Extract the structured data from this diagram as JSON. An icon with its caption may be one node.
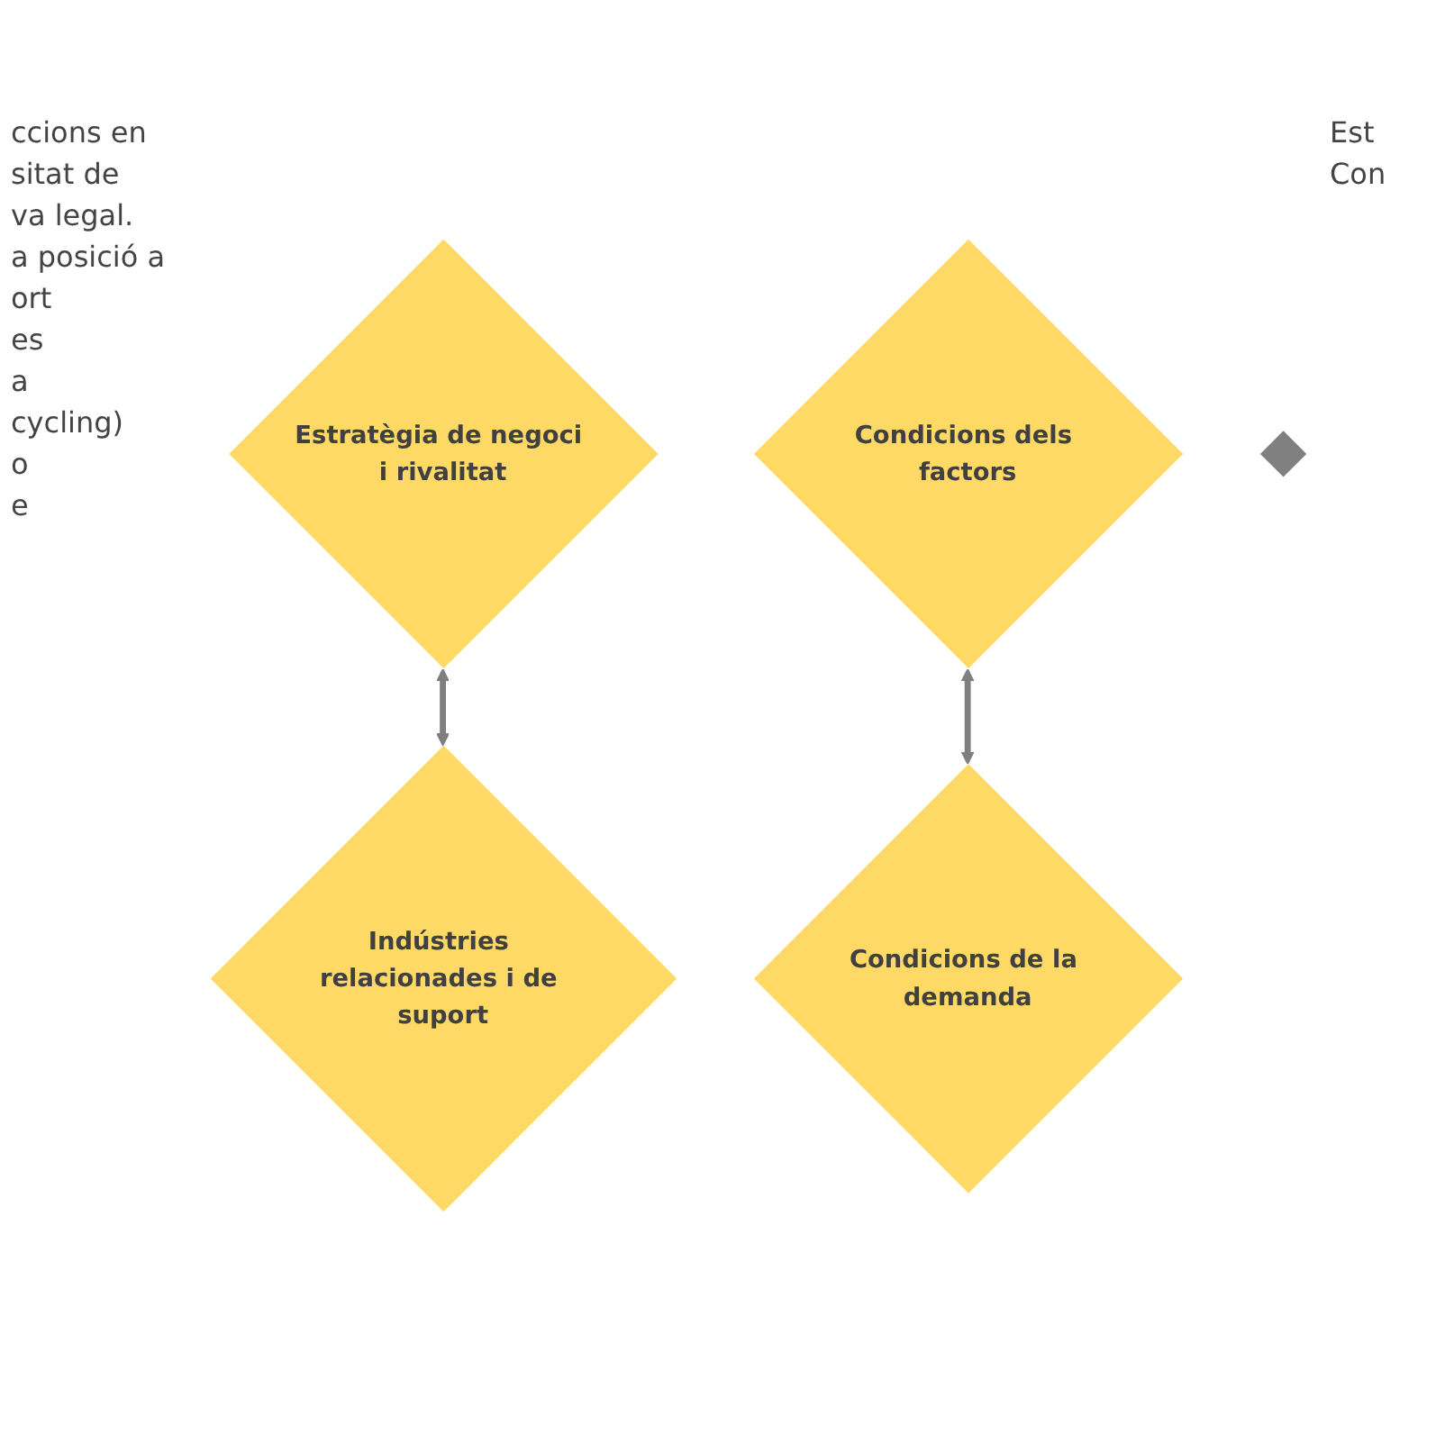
{
  "diagram": {
    "nodes": [
      {
        "text": [
          "Estratègia de negoci i rivalitat"
        ]
      },
      {
        "text": [
          "Condicions dels factors"
        ]
      },
      {
        "text": [
          "Condicions de la demanda"
        ]
      },
      {
        "text": [
          "Indústries relacionades i de suport"
        ]
      },
      {
        "text": [],
        "shape": "diamond"
      }
    ],
    "edges": [
      {
        "from": 0,
        "to": 3,
        "arrow": "both"
      },
      {
        "from": 1,
        "to": 2,
        "arrow": "both"
      }
    ],
    "labels": [
      "ccions en",
      "sitat de",
      "va legal.",
      "a posició a",
      "ort",
      "es",
      "a",
      "cycling)",
      "o",
      "e",
      "Est",
      "Con"
    ]
  }
}
